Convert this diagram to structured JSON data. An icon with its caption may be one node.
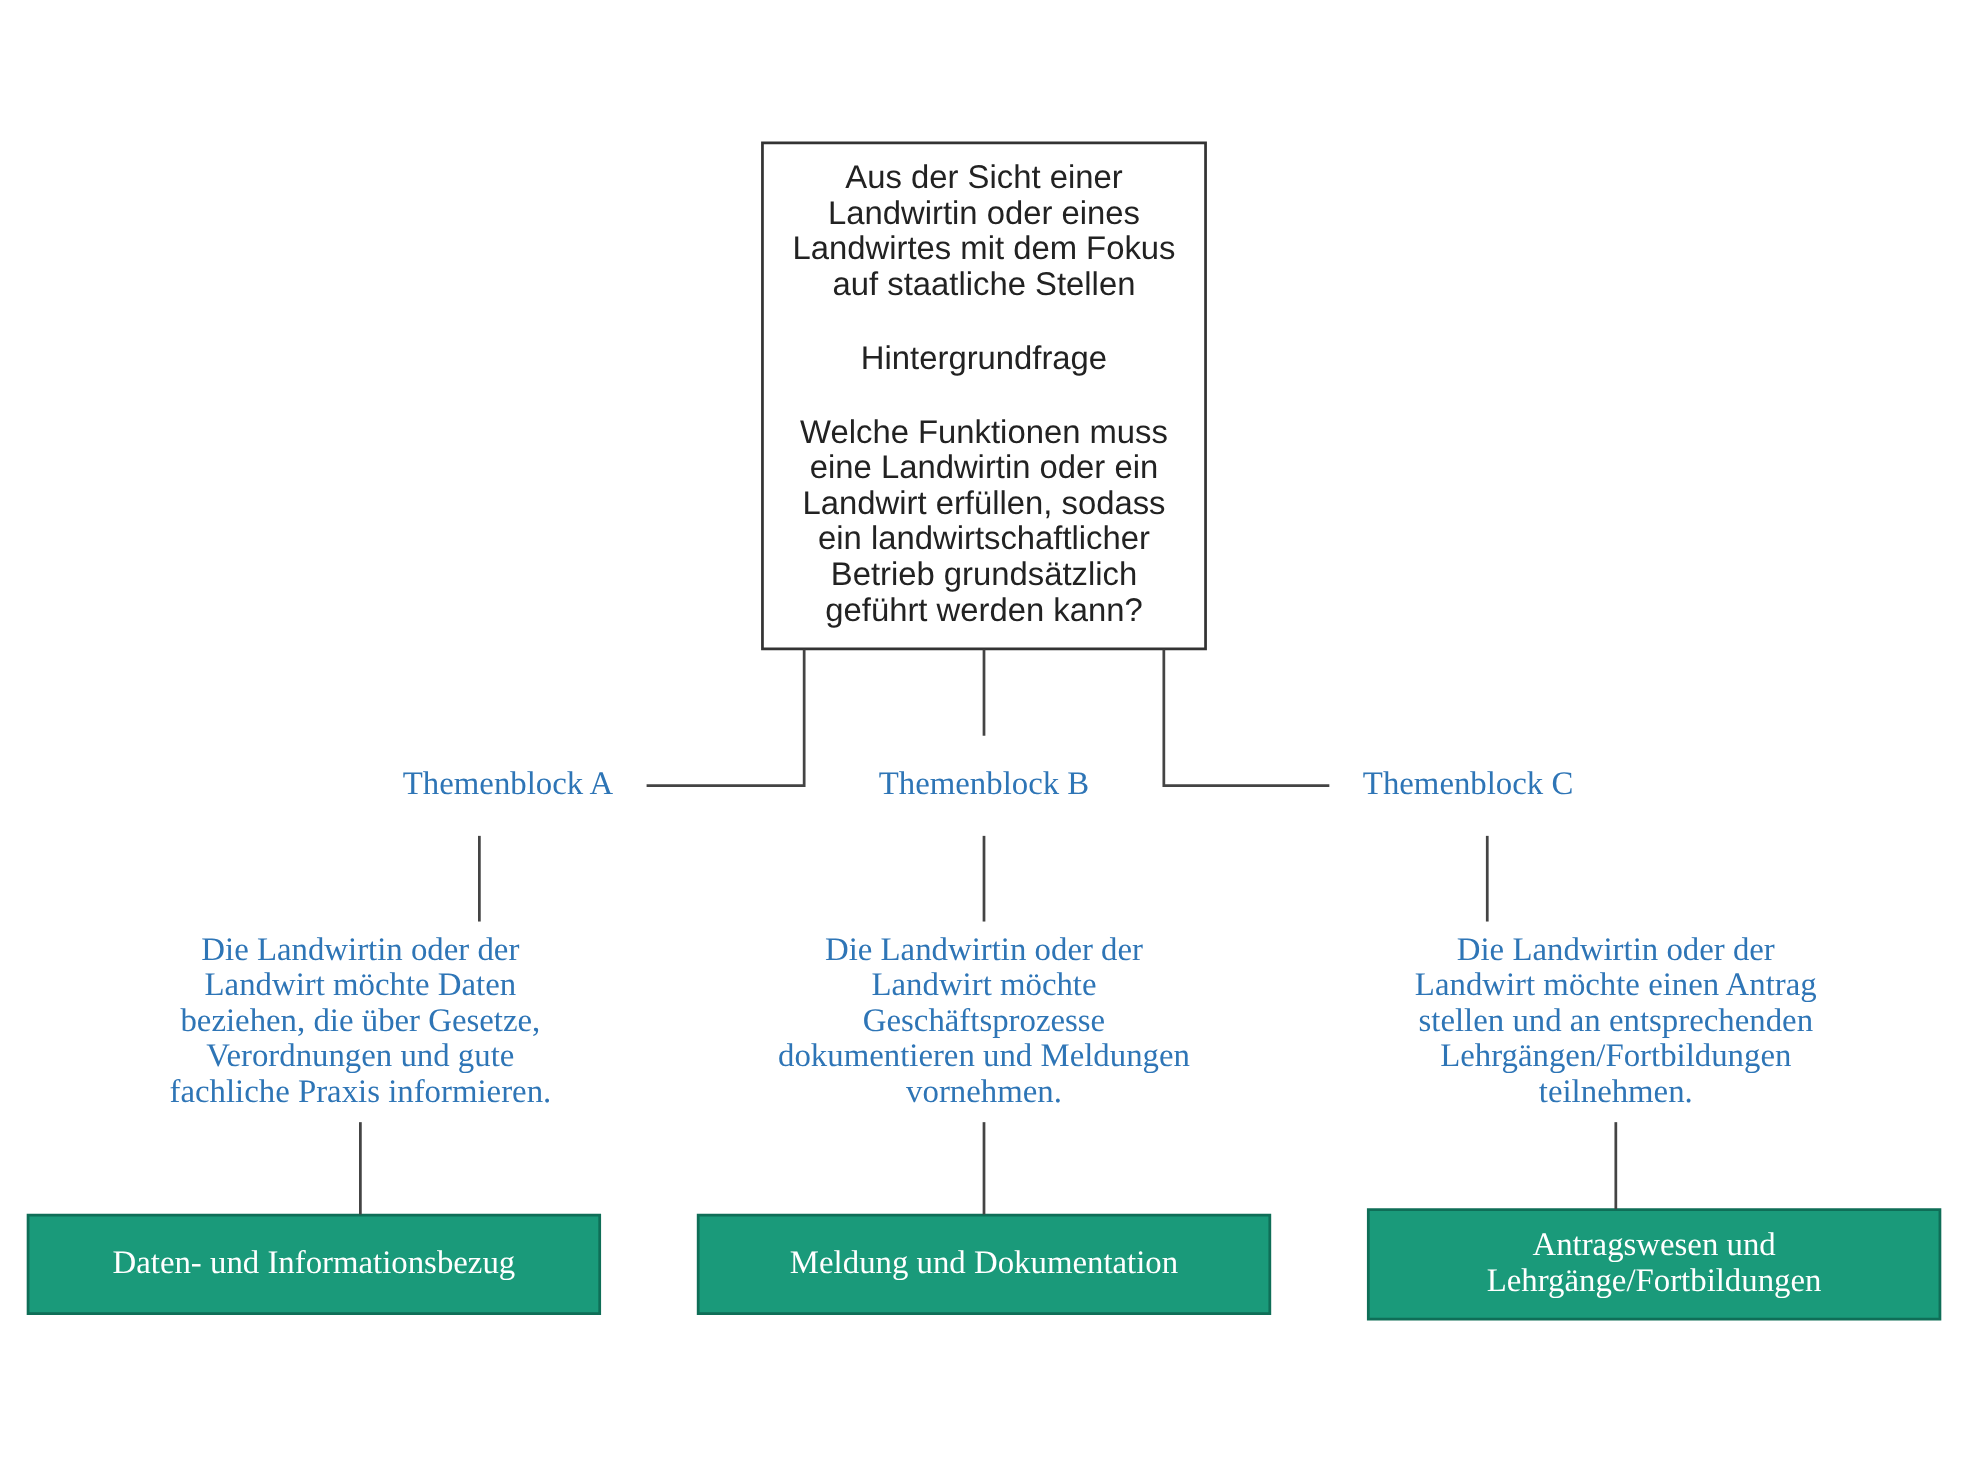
{
  "diagram": {
    "nodes": [
      {
        "text": [
          "Aus der Sicht einer Landwirtin oder eines Landwirtes mit dem Fokus auf staatliche Stellen",
          "Hintergrundfrage",
          "Welche Funktionen muss eine Landwirtin oder ein Landwirt erfüllen, sodass ein landwirtschaftlicher Betrieb grundsätzlich geführt werden kann?"
        ]
      },
      {
        "text": [
          "Themenblock A"
        ]
      },
      {
        "text": [
          "Die Landwirtin oder der Landwirt möchte Daten beziehen, die über Gesetze, Verordnungen und gute fachliche Praxis informieren."
        ]
      },
      {
        "text": [
          "Daten- und Informationsbezug"
        ]
      },
      {
        "text": [
          "Themenblock B"
        ]
      },
      {
        "text": [
          "Die Landwirtin oder der Landwirt möchte Geschäftsprozesse dokumentieren und Meldungen vornehmen."
        ]
      },
      {
        "text": [
          "Meldung und Dokumentation"
        ]
      },
      {
        "text": [
          "Themenblock C"
        ]
      },
      {
        "text": [
          "Die Landwirtin oder der Landwirt möchte einen Antrag stellen und an entsprechenden Lehrgängen/Fortbildungen teilnehmen."
        ]
      },
      {
        "text": [
          "Antragswesen und Lehrgänge/Fortbildungen"
        ]
      }
    ],
    "edges": [
      {
        "from": 0,
        "to": 1,
        "arrow": "none"
      },
      {
        "from": 1,
        "to": 2,
        "arrow": "none"
      },
      {
        "from": 2,
        "to": 3,
        "arrow": "none"
      },
      {
        "from": 0,
        "to": 4,
        "arrow": "none"
      },
      {
        "from": 4,
        "to": 5,
        "arrow": "none"
      },
      {
        "from": 5,
        "to": 6,
        "arrow": "none"
      },
      {
        "from": 0,
        "to": 7,
        "arrow": "none"
      },
      {
        "from": 7,
        "to": 8,
        "arrow": "none"
      },
      {
        "from": 8,
        "to": 9,
        "arrow": "none"
      }
    ]
  }
}
